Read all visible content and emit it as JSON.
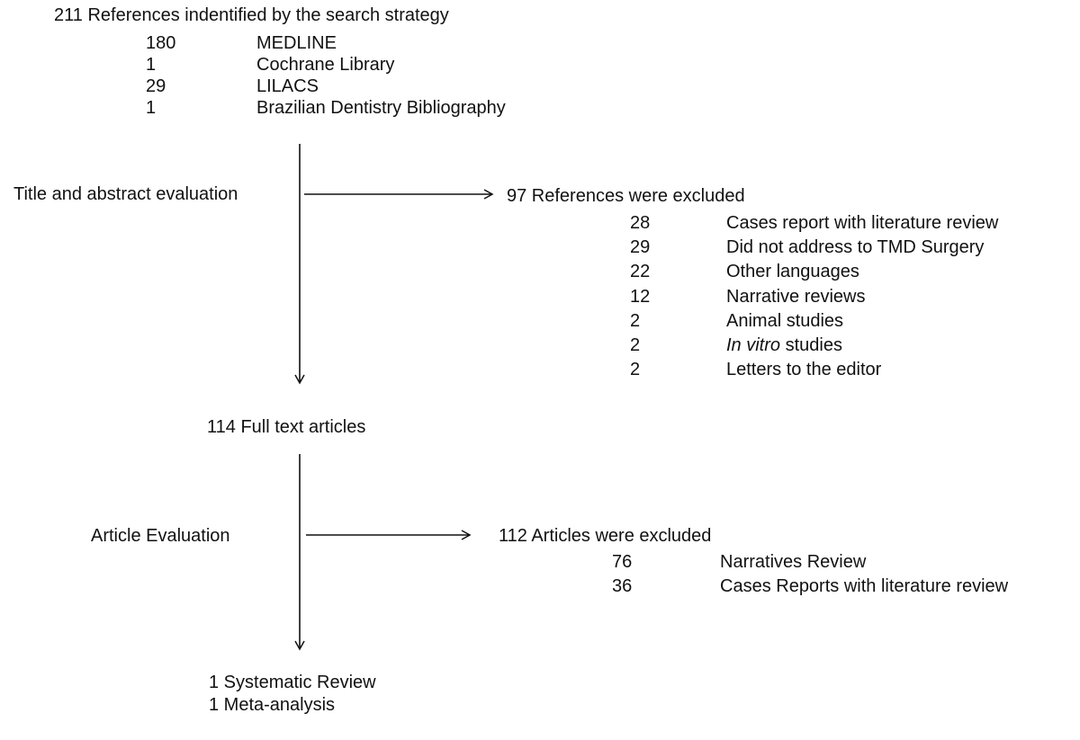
{
  "identified": {
    "title": "211 References indentified by the search strategy",
    "sources": [
      {
        "n": "180",
        "label": "MEDLINE"
      },
      {
        "n": "1",
        "label": "Cochrane Library"
      },
      {
        "n": "29",
        "label": "LILACS"
      },
      {
        "n": "1",
        "label": "Brazilian Dentistry Bibliography"
      }
    ]
  },
  "step1": {
    "label": "Title and abstract evaluation",
    "excluded": "97 References were excluded",
    "reasons": [
      {
        "n": "28",
        "label": "Cases report with literature review"
      },
      {
        "n": "29",
        "label": "Did not address to TMD Surgery"
      },
      {
        "n": "22",
        "label": "Other languages"
      },
      {
        "n": "12",
        "label": "Narrative reviews"
      },
      {
        "n": "2",
        "label": "Animal studies"
      },
      {
        "n": "2",
        "label": "In vitro",
        "suffix": " studies"
      },
      {
        "n": "2",
        "label": "Letters to the editor"
      }
    ]
  },
  "fulltext": "114 Full text articles",
  "step2": {
    "label": "Article Evaluation",
    "excluded": "112 Articles were excluded",
    "reasons": [
      {
        "n": "76",
        "label": "Narratives Review"
      },
      {
        "n": "36",
        "label": "Cases Reports with literature review"
      }
    ]
  },
  "result": [
    "1 Systematic Review",
    "1 Meta-analysis"
  ]
}
